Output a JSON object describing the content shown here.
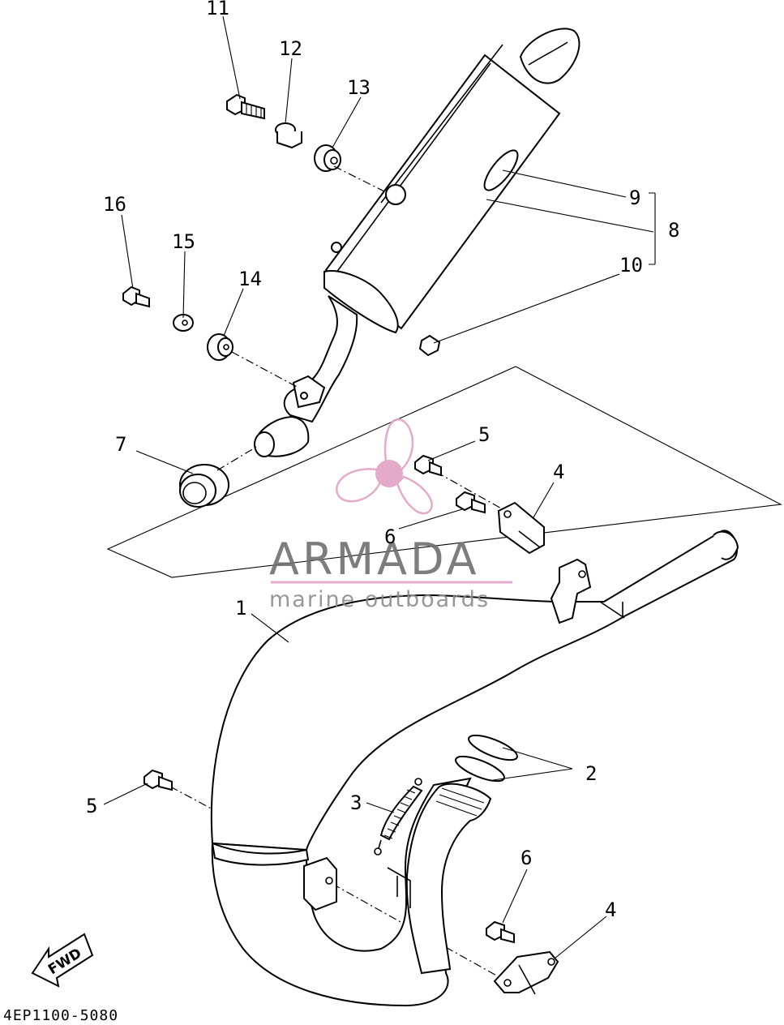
{
  "diagram": {
    "figure_code": "4EP1100-5080",
    "direction_label": "FWD",
    "callouts": {
      "c1": "1",
      "c2": "2",
      "c3": "3",
      "c4a": "4",
      "c4b": "4",
      "c5a": "5",
      "c5b": "5",
      "c6a": "6",
      "c6b": "6",
      "c7": "7",
      "c8": "8",
      "c9": "9",
      "c10": "10",
      "c11": "11",
      "c12": "12",
      "c13": "13",
      "c14": "14",
      "c15": "15",
      "c16": "16"
    }
  },
  "watermark": {
    "title": "ARMADA",
    "subtitle": "marine outboards",
    "accent_color": "#e3a0c4",
    "text_color": "#6f6f6f"
  }
}
